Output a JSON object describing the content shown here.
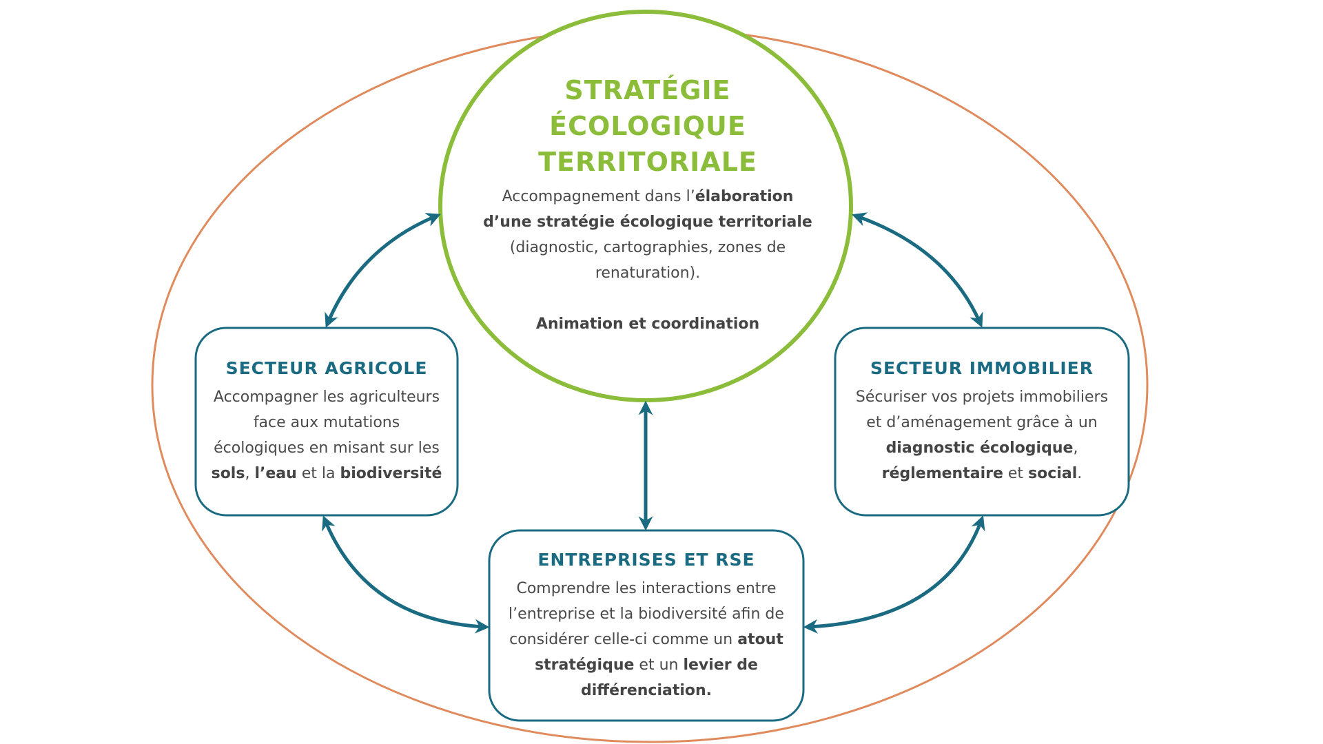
{
  "colors": {
    "outer_ellipse": "#e08b5e",
    "center_circle": "#8bbd3a",
    "boxes_and_arrows": "#1a6b82",
    "body_text": "#4a4a4a"
  },
  "center": {
    "title_line1": "STRATÉGIE",
    "title_line2": "ÉCOLOGIQUE",
    "title_line3": "TERRITORIALE",
    "desc": [
      {
        "t": "Accompagnement dans l’",
        "b": false
      },
      {
        "t": "élaboration d’une stratégie écologique territoriale",
        "b": true
      },
      {
        "t": " (diagnostic, cartographies, zones de renaturation).",
        "b": false
      }
    ],
    "footer": "Animation et coordination"
  },
  "agricole": {
    "title": "SECTEUR AGRICOLE",
    "desc": [
      {
        "t": "Accompagner les agriculteurs face aux mutations écologiques en misant sur les ",
        "b": false
      },
      {
        "t": "sols",
        "b": true
      },
      {
        "t": ", ",
        "b": false
      },
      {
        "t": "l’eau",
        "b": true
      },
      {
        "t": " et la ",
        "b": false
      },
      {
        "t": "biodiversité",
        "b": true
      }
    ]
  },
  "immobilier": {
    "title": "SECTEUR IMMOBILIER",
    "desc": [
      {
        "t": "Sécuriser vos projets immobiliers et d’aménagement grâce à un ",
        "b": false
      },
      {
        "t": "diagnostic écologique",
        "b": true
      },
      {
        "t": ", ",
        "b": false
      },
      {
        "t": "réglementaire",
        "b": true
      },
      {
        "t": " et ",
        "b": false
      },
      {
        "t": "social",
        "b": true
      },
      {
        "t": ".",
        "b": false
      }
    ]
  },
  "rse": {
    "title": "ENTREPRISES ET RSE",
    "desc": [
      {
        "t": "Comprendre les interactions entre l’entreprise et la biodiversité afin de considérer celle-ci comme un ",
        "b": false
      },
      {
        "t": "atout stratégique",
        "b": true
      },
      {
        "t": " et un ",
        "b": false
      },
      {
        "t": "levier de différenciation.",
        "b": true
      }
    ]
  }
}
